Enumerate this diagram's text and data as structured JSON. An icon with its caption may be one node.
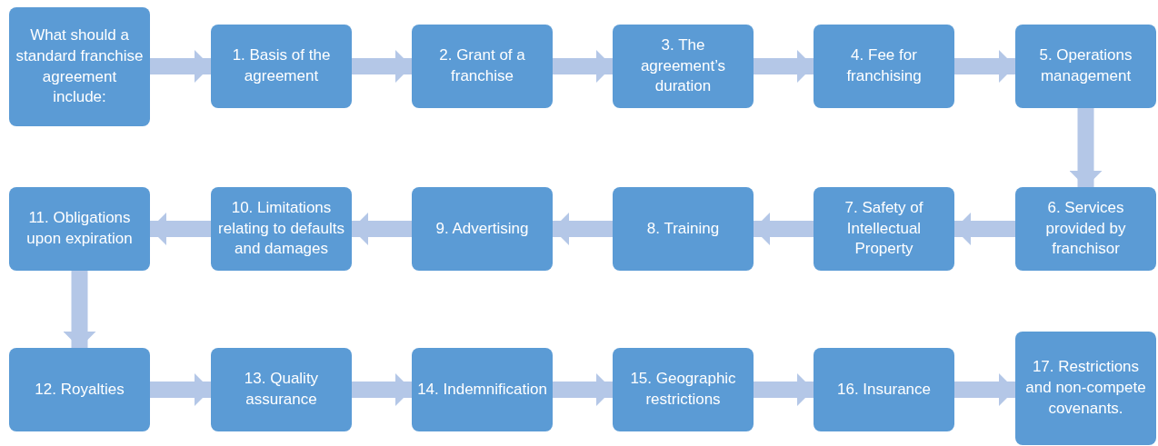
{
  "diagram": {
    "nodes": [
      {
        "text": [
          "What should a standard franchise agreement include:"
        ]
      },
      {
        "text": [
          "1. Basis of the agreement"
        ]
      },
      {
        "text": [
          "2. Grant of a franchise"
        ]
      },
      {
        "text": [
          "3. The agreement’s duration"
        ]
      },
      {
        "text": [
          "4. Fee for franchising"
        ]
      },
      {
        "text": [
          "5. Operations management"
        ]
      },
      {
        "text": [
          "6. Services provided by franchisor"
        ]
      },
      {
        "text": [
          "7. Safety of Intellectual Property"
        ]
      },
      {
        "text": [
          "8. Training"
        ]
      },
      {
        "text": [
          "9. Advertising"
        ]
      },
      {
        "text": [
          "10. Limitations relating to defaults and damages"
        ]
      },
      {
        "text": [
          "11. Obligations upon expiration"
        ]
      },
      {
        "text": [
          "12. Royalties"
        ]
      },
      {
        "text": [
          "13. Quality assurance"
        ]
      },
      {
        "text": [
          "14. Indemnification"
        ]
      },
      {
        "text": [
          "15. Geographic restrictions"
        ]
      },
      {
        "text": [
          "16. Insurance"
        ]
      },
      {
        "text": [
          "17. Restrictions and non-compete covenants."
        ]
      }
    ],
    "edges": [
      {
        "from": 0,
        "to": 1,
        "arrow": "to"
      },
      {
        "from": 1,
        "to": 2,
        "arrow": "to"
      },
      {
        "from": 2,
        "to": 3,
        "arrow": "to"
      },
      {
        "from": 3,
        "to": 4,
        "arrow": "to"
      },
      {
        "from": 4,
        "to": 5,
        "arrow": "to"
      },
      {
        "from": 5,
        "to": 6,
        "arrow": "to"
      },
      {
        "from": 6,
        "to": 7,
        "arrow": "to"
      },
      {
        "from": 7,
        "to": 8,
        "arrow": "to"
      },
      {
        "from": 8,
        "to": 9,
        "arrow": "to"
      },
      {
        "from": 9,
        "to": 10,
        "arrow": "to"
      },
      {
        "from": 10,
        "to": 11,
        "arrow": "to"
      },
      {
        "from": 11,
        "to": 12,
        "arrow": "to"
      },
      {
        "from": 12,
        "to": 13,
        "arrow": "to"
      },
      {
        "from": 13,
        "to": 14,
        "arrow": "to"
      },
      {
        "from": 14,
        "to": 15,
        "arrow": "to"
      },
      {
        "from": 15,
        "to": 16,
        "arrow": "to"
      },
      {
        "from": 16,
        "to": 17,
        "arrow": "to"
      }
    ]
  }
}
